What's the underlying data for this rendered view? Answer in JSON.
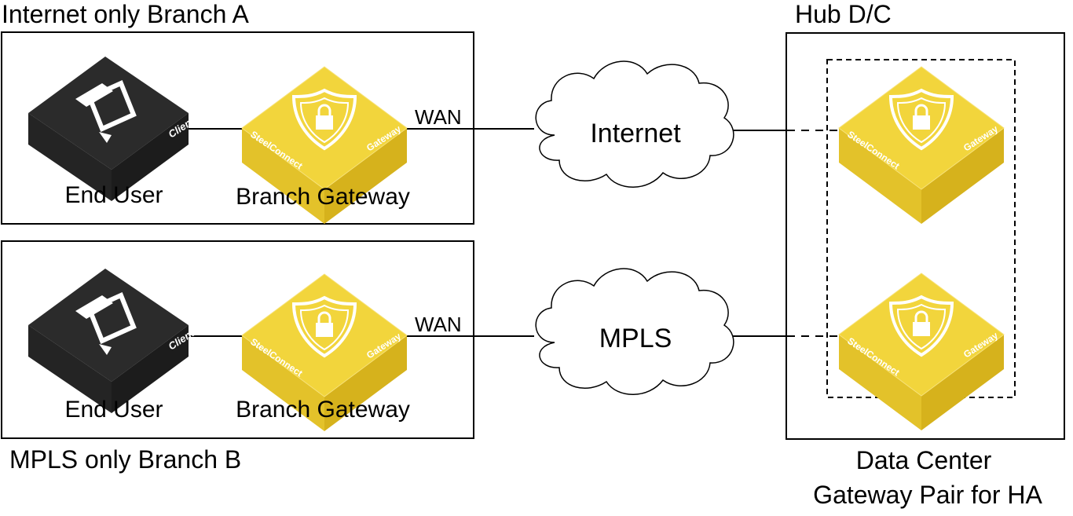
{
  "branch_a": {
    "title": "Internet only Branch A",
    "end_user_label": "End User",
    "gateway_label": "Branch Gateway",
    "wan_label": "WAN",
    "pc_device_text": "Client PC",
    "gw_brand_text": "SteelConnect",
    "gw_type_text": "Gateway"
  },
  "branch_b": {
    "title": "MPLS only Branch B",
    "end_user_label": "End User",
    "gateway_label": "Branch Gateway",
    "wan_label": "WAN",
    "pc_device_text": "Client PC",
    "gw_brand_text": "SteelConnect",
    "gw_type_text": "Gateway"
  },
  "clouds": {
    "internet": "Internet",
    "mpls": "MPLS"
  },
  "hub": {
    "title": "Hub D/C",
    "caption_line1": "Data Center",
    "caption_line2": "Gateway Pair for HA",
    "gw_brand_text": "SteelConnect",
    "gw_type_text": "Gateway"
  },
  "colors": {
    "gateway_top": "#f2d53c",
    "gateway_left": "#e3c22a",
    "gateway_right": "#d6b21c",
    "pc_top": "#2b2b2b",
    "pc_side": "#1c1c1c",
    "line": "#000000"
  }
}
